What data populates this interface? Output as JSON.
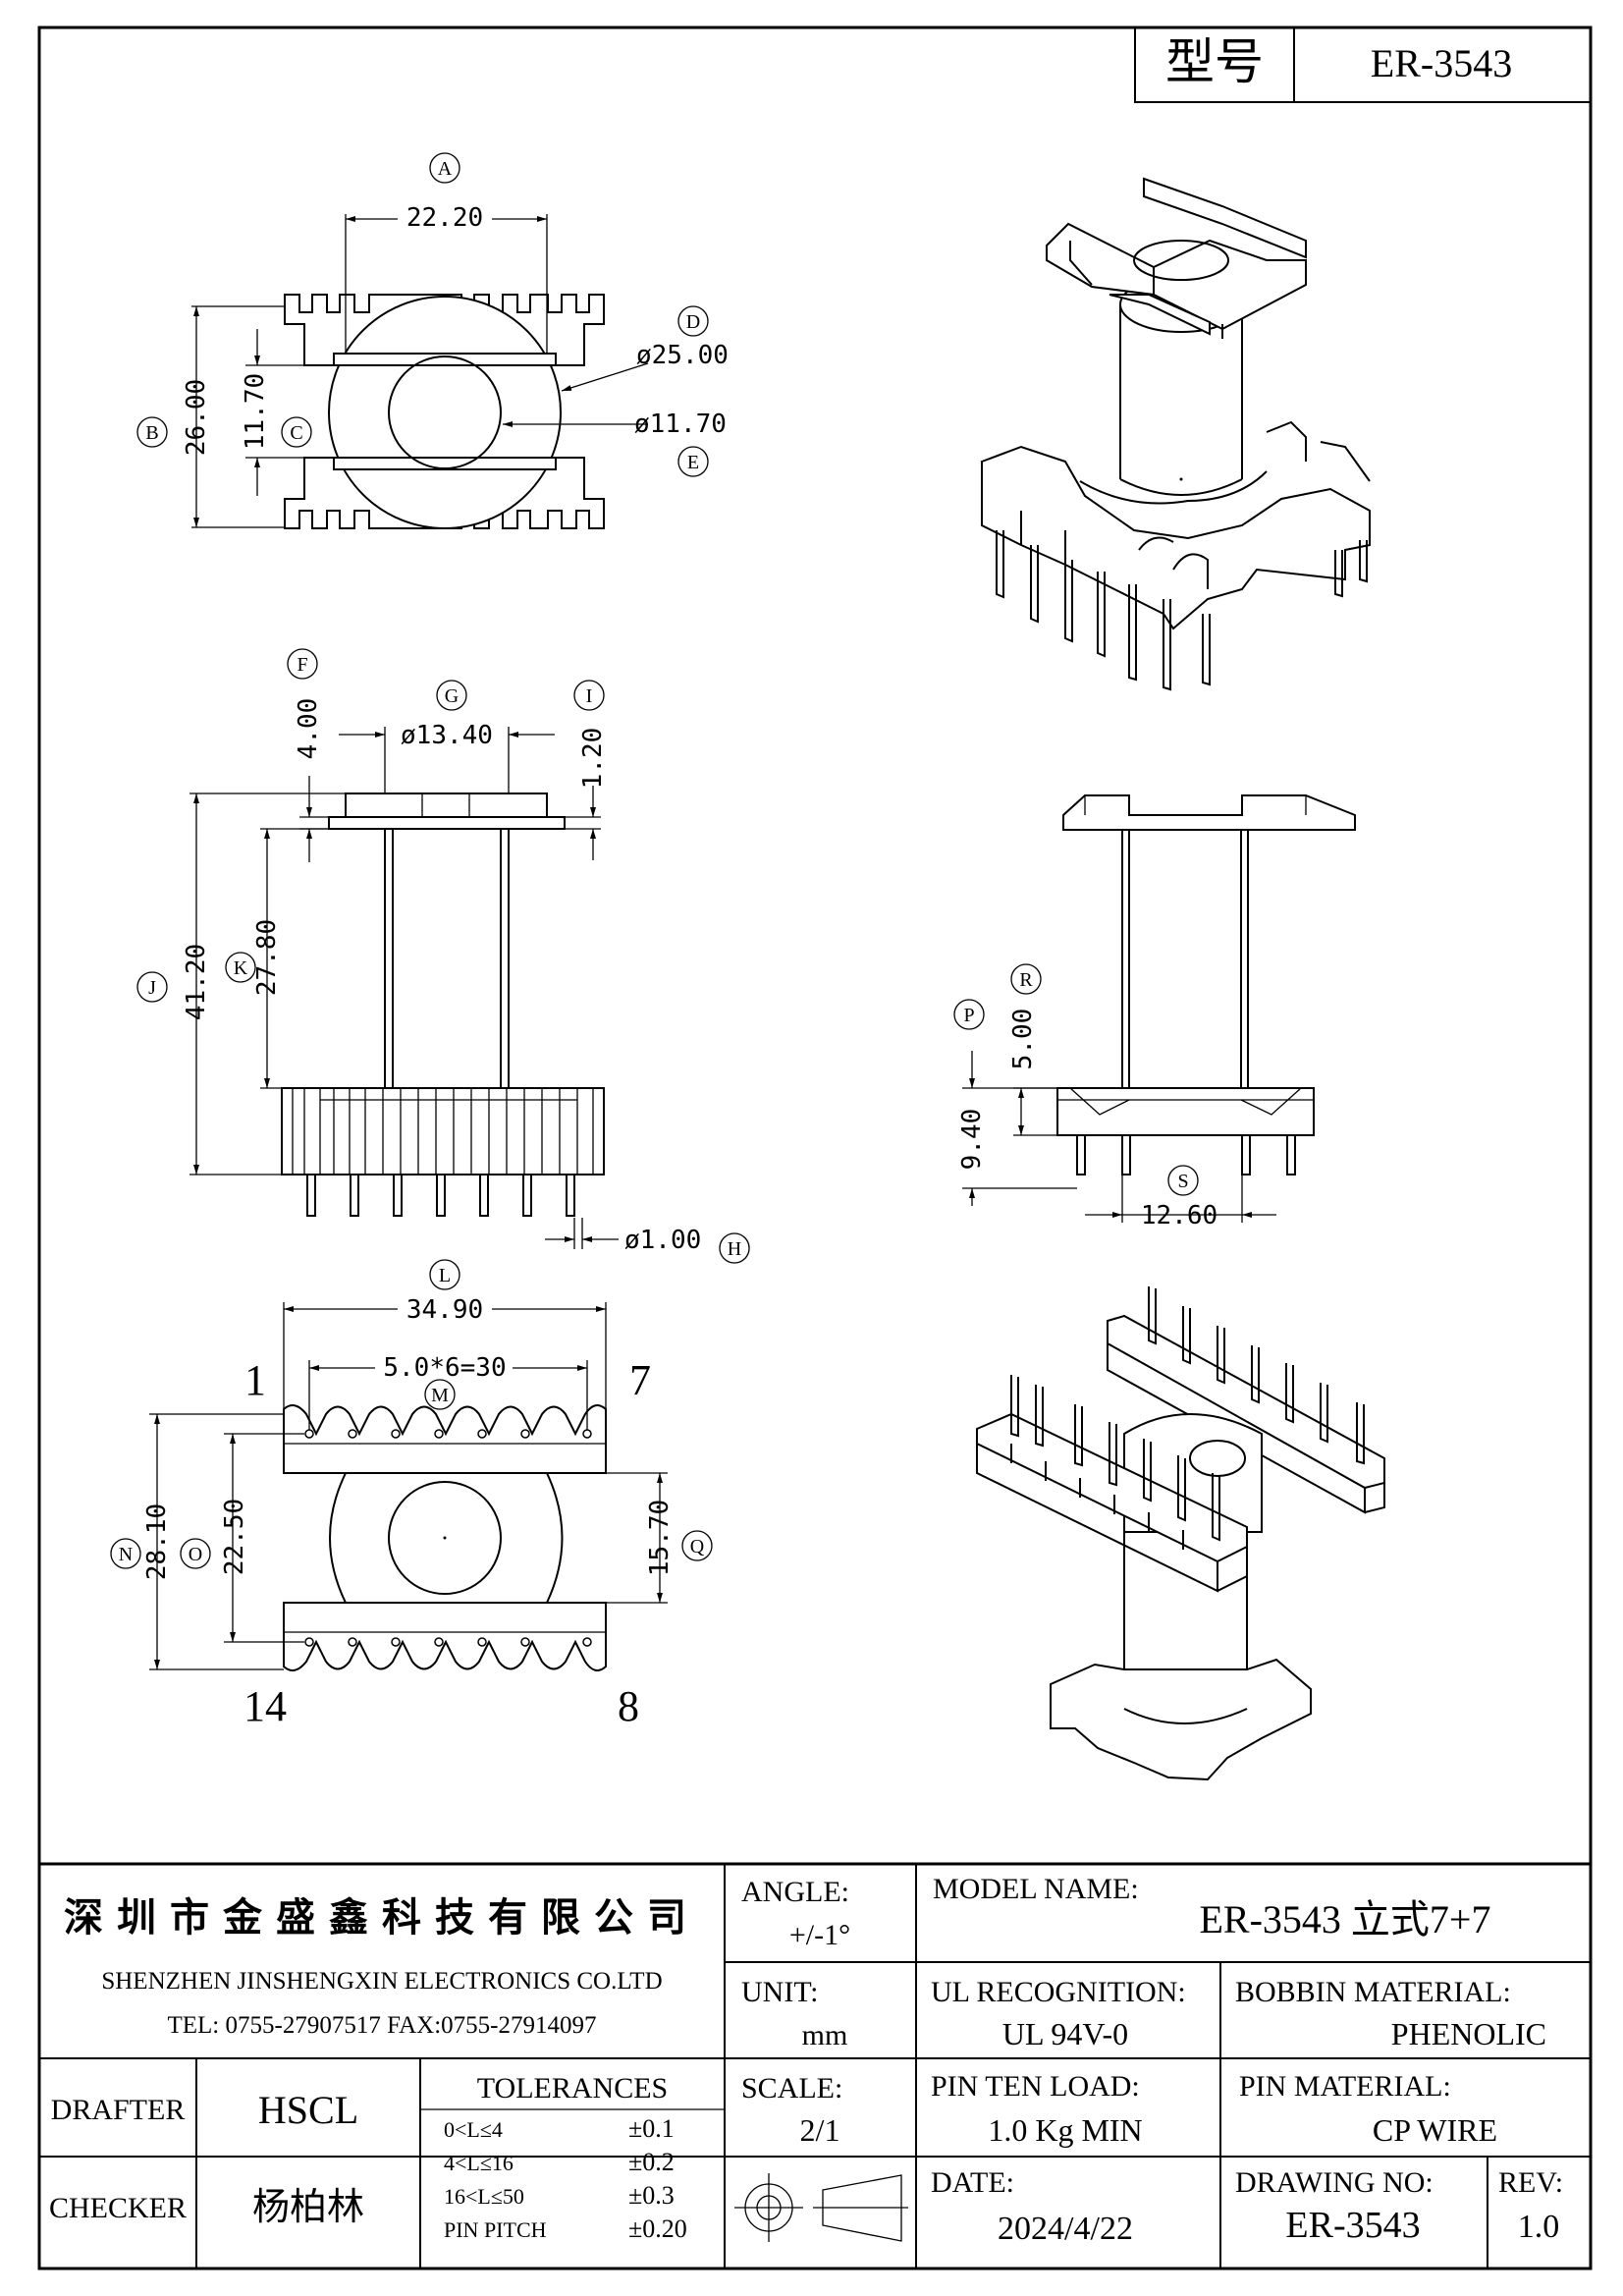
{
  "header": {
    "label_model": "型号",
    "model": "ER-3543"
  },
  "dims": {
    "A": "A",
    "B": "B",
    "C": "C",
    "D": "D",
    "E": "E",
    "F": "F",
    "G": "G",
    "H": "H",
    "I": "I",
    "J": "J",
    "K": "K",
    "L": "L",
    "M": "M",
    "N": "N",
    "O": "O",
    "P": "P",
    "Q": "Q",
    "R": "R",
    "S": "S",
    "top_width": "22.20",
    "top_height": "26.00",
    "top_slot": "11.70",
    "top_od": "ø25.00",
    "top_id": "ø11.70",
    "side_flange": "4.00",
    "side_core": "ø13.40",
    "side_top_t": "1.20",
    "side_total": "41.20",
    "side_winding": "27.80",
    "pin_dia": "ø1.00",
    "rs_p": "9.40",
    "rs_r": "5.00",
    "rs_s": "12.60",
    "bot_width": "34.90",
    "pitch": "5.0*6=30",
    "bot_n": "28.10",
    "bot_o": "22.50",
    "bot_q": "15.70",
    "pin1": "1",
    "pin7": "7",
    "pin14": "14",
    "pin8": "8"
  },
  "title_block": {
    "company_cn": "深圳市金盛鑫科技有限公司",
    "company_en": "SHENZHEN JINSHENGXIN ELECTRONICS CO.LTD",
    "contact": "TEL: 0755-27907517   FAX:0755-27914097",
    "angle_label": "ANGLE:",
    "angle_value": "+/-1°",
    "model_name_label": "MODEL NAME:",
    "model_name_value": "ER-3543 立式7+7",
    "unit_label": "UNIT:",
    "unit_value": "mm",
    "ul_label": "UL RECOGNITION:",
    "ul_value": "UL 94V-0",
    "bobbin_label": "BOBBIN MATERIAL:",
    "bobbin_value": "PHENOLIC",
    "drafter_label": "DRAFTER",
    "drafter_value": "HSCL",
    "tolerances_label": "TOLERANCES",
    "tol": [
      {
        "range": "0<L≤4",
        "value": "±0.1"
      },
      {
        "range": "4<L≤16",
        "value": "±0.2"
      },
      {
        "range": "16<L≤50",
        "value": "±0.3"
      },
      {
        "range": "PIN PITCH",
        "value": "±0.20"
      }
    ],
    "scale_label": "SCALE:",
    "scale_value": "2/1",
    "pin_load_label": "PIN TEN LOAD:",
    "pin_load_value": "1.0 Kg MIN",
    "pin_material_label": "PIN MATERIAL:",
    "pin_material_value": "CP WIRE",
    "checker_label": "CHECKER",
    "checker_value": "杨柏林",
    "date_label": "DATE:",
    "date_value": "2024/4/22",
    "drawing_no_label": "DRAWING NO:",
    "drawing_no_value": "ER-3543",
    "rev_label": "REV:",
    "rev_value": "1.0"
  }
}
